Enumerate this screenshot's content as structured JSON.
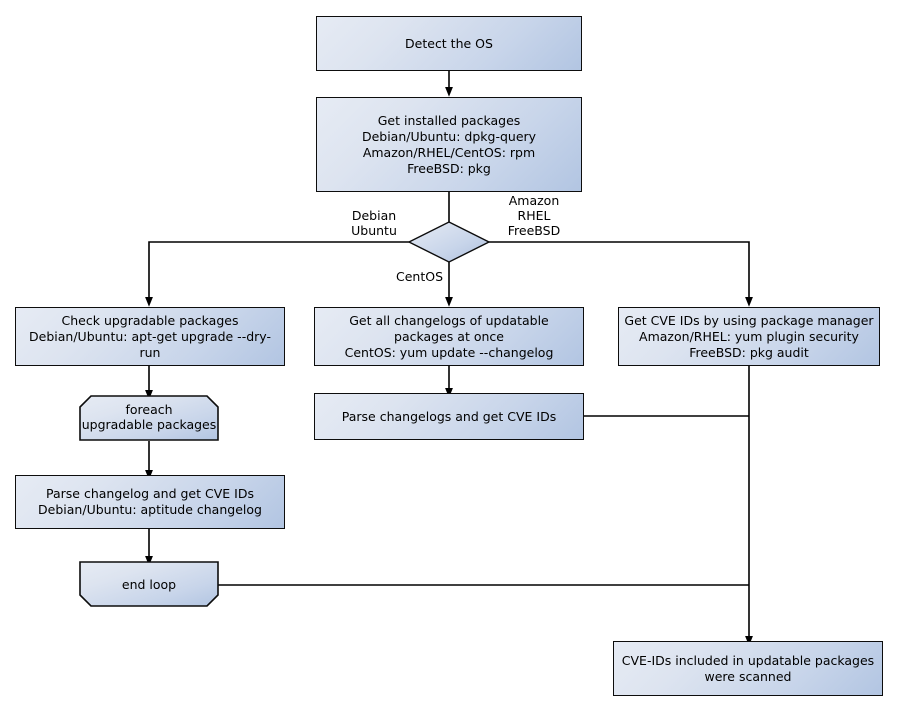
{
  "diagram": {
    "title": "OS package CVE scanning flowchart",
    "colors": {
      "node_fill_light": "#e6ebf4",
      "node_fill_dark": "#b2c5e2",
      "node_stroke": "#0d0d0d",
      "edge_stroke": "#000000",
      "background": "#ffffff"
    }
  },
  "nodes": {
    "detect_os": {
      "label": "Detect the OS",
      "shape": "rectangle"
    },
    "get_installed_packages": {
      "label": "Get installed packages\nDebian/Ubuntu: dpkg-query\nAmazon/RHEL/CentOS: rpm\nFreeBSD: pkg",
      "shape": "rectangle"
    },
    "os_decision": {
      "label": "",
      "shape": "diamond"
    },
    "check_upgradable": {
      "label": "Check upgradable packages\nDebian/Ubuntu: apt-get upgrade --dry-run",
      "shape": "rectangle"
    },
    "get_all_changelogs": {
      "label": "Get all changelogs of updatable packages at once\nCentOS: yum update --changelog",
      "shape": "rectangle"
    },
    "get_cve_ids_pkgmgr": {
      "label": "Get CVE IDs by using package manager\nAmazon/RHEL: yum plugin security\nFreeBSD: pkg audit",
      "shape": "rectangle"
    },
    "foreach_loop": {
      "label": "foreach\nupgradable  packages",
      "shape": "loop-start"
    },
    "parse_changelog_single": {
      "label": "Parse changelog and get  CVE IDs\nDebian/Ubuntu: aptitude changelog",
      "shape": "rectangle"
    },
    "parse_changelogs_multi": {
      "label": "Parse changelogs and get CVE IDs",
      "shape": "rectangle"
    },
    "end_loop": {
      "label": "end loop",
      "shape": "loop-end"
    },
    "scanned_result": {
      "label": "CVE-IDs included in updatable packages\nwere scanned",
      "shape": "rectangle"
    }
  },
  "edge_labels": {
    "branch_left": "Debian\nUbuntu",
    "branch_right": "Amazon\nRHEL\nFreeBSD",
    "branch_down": "CentOS"
  }
}
